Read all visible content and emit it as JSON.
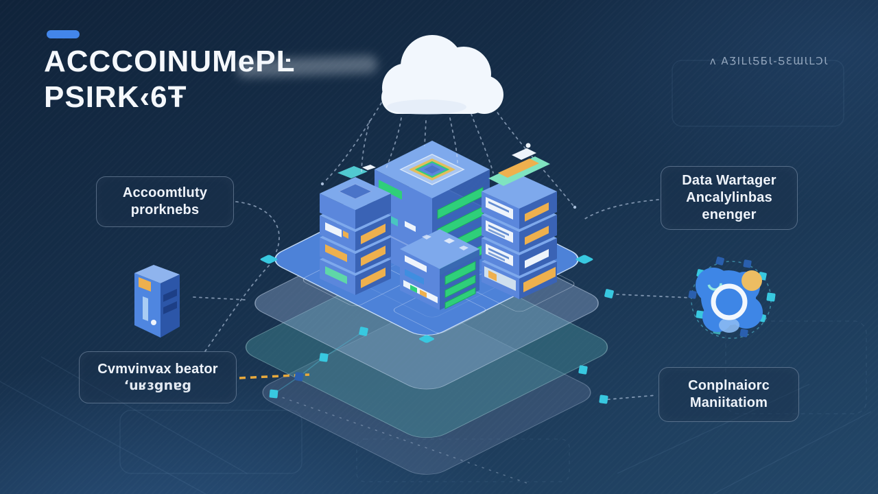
{
  "title": {
    "line1": "ACCCOINUMePĿ",
    "line2": "PSIRK‹6Ŧ"
  },
  "corner_note": "ʌ AƷILƖƼƂƖ-ƼƐƜƖLƆƖ",
  "callouts": {
    "accounting": {
      "lines": [
        "Accoomtluty",
        "prorknebs"
      ]
    },
    "data_warehouse": {
      "lines": [
        "Data Wartager",
        "Ancalylinbas",
        "enenger"
      ]
    },
    "conversion": {
      "lines": [
        "Cvmvinvax beator",
        "ʻuʁɜgnɐg"
      ]
    },
    "compliance": {
      "lines": [
        "Conplnaiorc",
        "Maniitatiom"
      ]
    }
  },
  "icons": {
    "accent_bar": "title-accent-bar",
    "cloud": "cloud-icon",
    "server_cluster": "server-cluster-illustration",
    "platform": "layered-platform-illustration",
    "server_tower": "server-tower-icon",
    "ai_core": "ai-core-orbit-icon"
  },
  "colors": {
    "background_top": "#10233a",
    "background_mid": "#17314d",
    "background_bottom": "#234769",
    "accent": "#4386ea",
    "title_text": "#f5f8fc",
    "note_text": "#a9bacf",
    "callout_text": "#eef3fa",
    "platform_blue": "#4d82d8",
    "server_body": "#5b87dc",
    "server_top": "#7ea9ec",
    "server_side": "#3a63b5",
    "chip_green": "#2fcf7a",
    "chip_orange": "#eeb04e",
    "chip_white": "#eef4fb",
    "node_cyan": "#38c8e0",
    "cloud_white": "#f2f7fd",
    "connector_orange": "#e8a93c"
  }
}
